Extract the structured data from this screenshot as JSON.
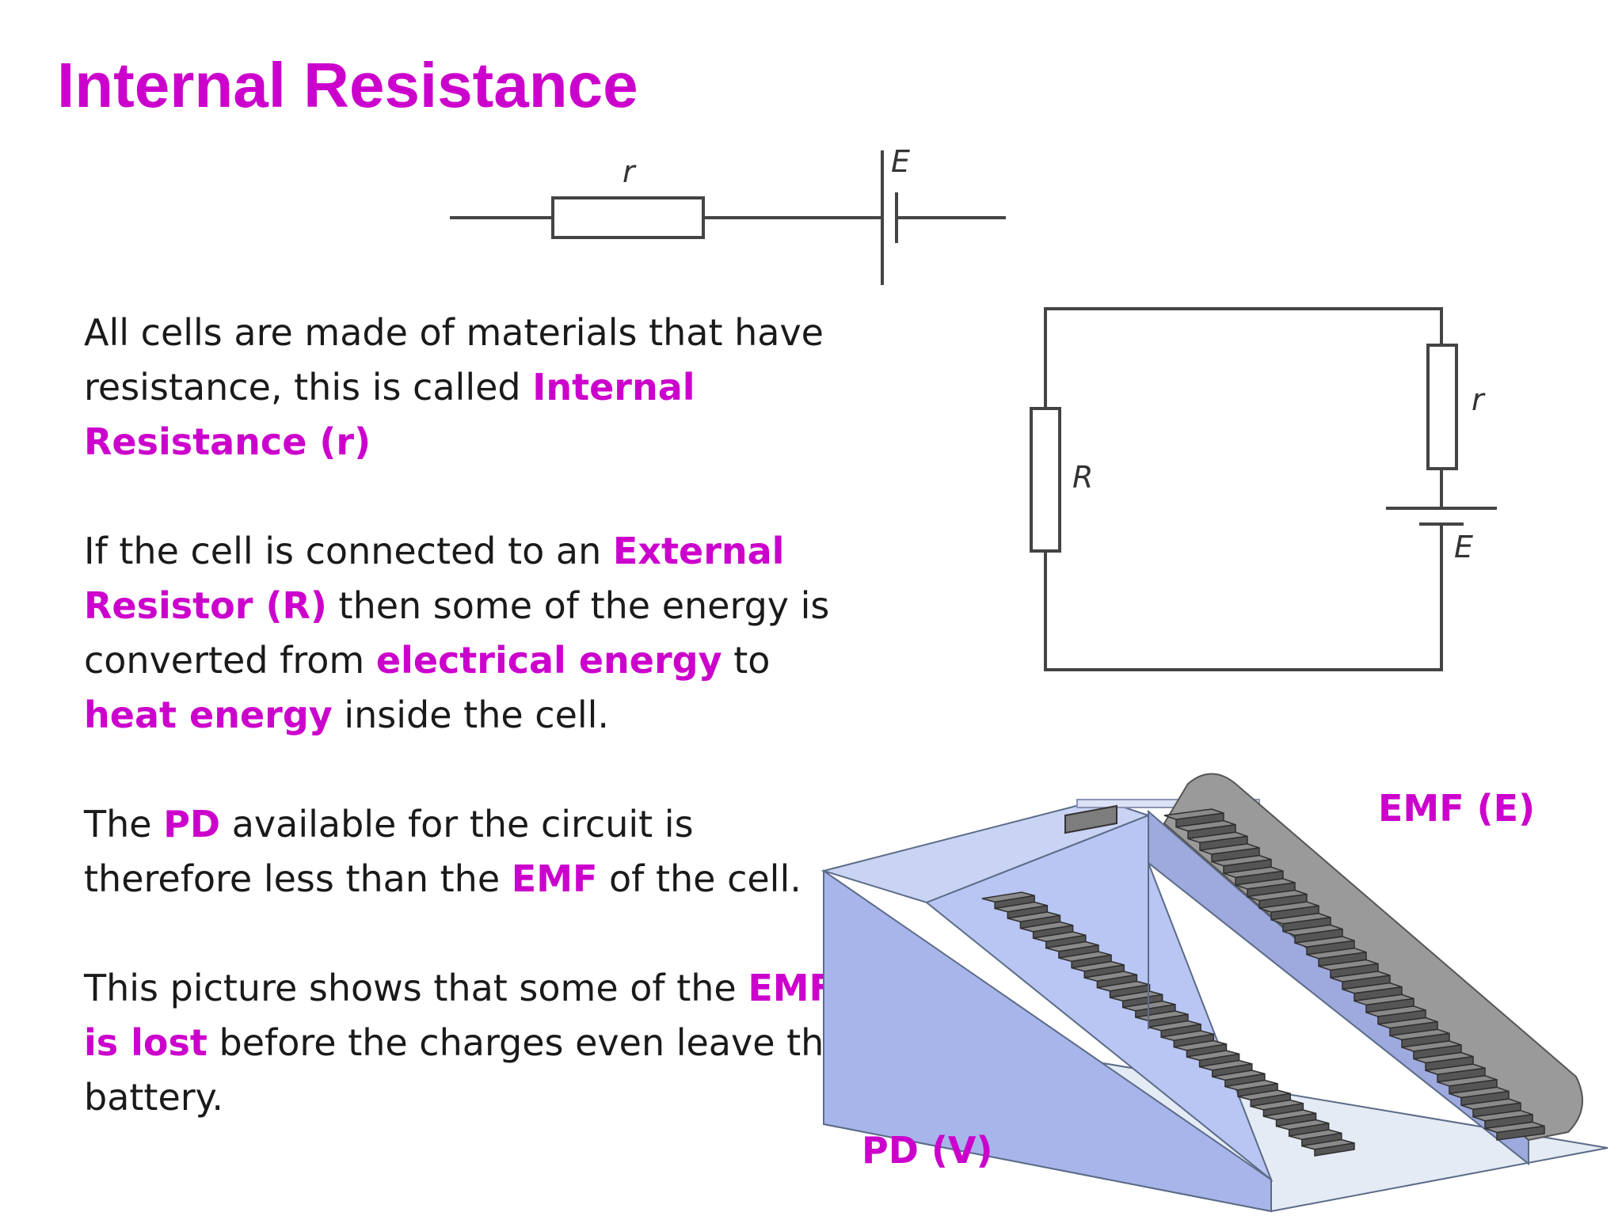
{
  "title": "Internal Resistance",
  "paragraphs": [
    [
      {
        "t": "All cells are made of materials that have resistance, this is called ",
        "h": false
      },
      {
        "t": "Internal Resistance (r)",
        "h": true
      }
    ],
    [
      {
        "t": "If the cell is connected to an ",
        "h": false
      },
      {
        "t": "External Resistor (R)",
        "h": true
      },
      {
        "t": " then some of the energy is converted from ",
        "h": false
      },
      {
        "t": "electrical energy",
        "h": true
      },
      {
        "t": " to ",
        "h": false
      },
      {
        "t": "heat energy",
        "h": true
      },
      {
        "t": " inside the cell.",
        "h": false
      }
    ],
    [
      {
        "t": "The ",
        "h": false
      },
      {
        "t": "PD",
        "h": true
      },
      {
        "t": " available for the circuit is therefore less than the ",
        "h": false
      },
      {
        "t": "EMF",
        "h": true
      },
      {
        "t": " of the cell.",
        "h": false
      }
    ],
    [
      {
        "t": "This picture shows that some of the ",
        "h": false
      },
      {
        "t": "EMF is lost",
        "h": true
      },
      {
        "t": " before the charges even leave the battery.",
        "h": false
      }
    ]
  ],
  "diagram_top": {
    "resistor_label": "r",
    "cell_label": "E"
  },
  "diagram_circuit": {
    "external_label": "R",
    "internal_label": "r",
    "cell_label": "E"
  },
  "staircase": {
    "emf_label": "EMF (E)",
    "pd_label": "PD (V)"
  },
  "colors": {
    "accent": "#cc00cc",
    "text": "#1a1a1a"
  }
}
